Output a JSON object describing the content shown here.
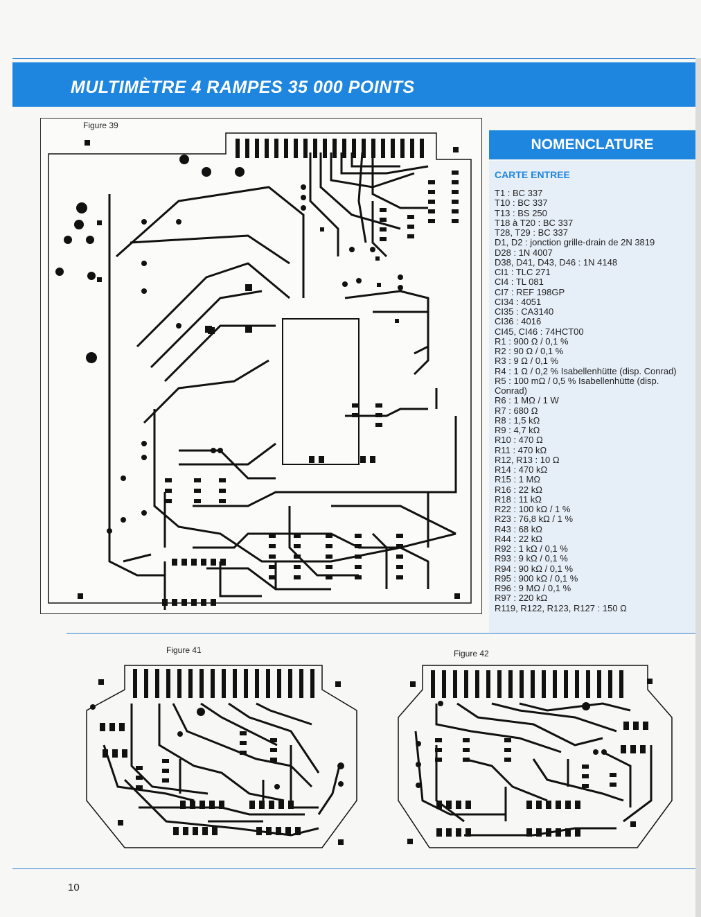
{
  "header": {
    "title": "MULTIMÈTRE 4 RAMPES 35 000 POINTS"
  },
  "figures": {
    "fig39": "Figure 39",
    "fig41": "Figure 41",
    "fig42": "Figure 42"
  },
  "nomenclature": {
    "heading": "NOMENCLATURE",
    "section": "CARTE ENTREE",
    "items": [
      "T1  : BC 337",
      "T10 : BC 337",
      "T13 : BS 250",
      "T18 à  T20 : BC 337",
      "T28, T29 : BC 337",
      "D1, D2 : jonction grille-drain de 2N 3819",
      "D28 : 1N 4007",
      "D38, D41, D43, D46 : 1N 4148",
      "CI1 : TLC 271",
      "CI4 : TL 081",
      "CI7 : REF 198GP",
      "CI34 : 4051",
      "CI35 : CA3140",
      "CI36 : 4016",
      "CI45, CI46 : 74HCT00",
      "R1 : 900 Ω / 0,1 %",
      "R2 : 90 Ω / 0,1 %",
      "R3 : 9 Ω / 0,1 %",
      "R4 : 1 Ω / 0,2 % Isabellenhütte (disp. Conrad)",
      "R5 : 100 mΩ / 0,5 % Isabellenhütte (disp. Conrad)",
      "R6 : 1 MΩ / 1 W",
      "R7 : 680 Ω",
      "R8 : 1,5 kΩ",
      "R9 : 4,7 kΩ",
      "R10 : 470 Ω",
      "R11 : 470 kΩ",
      "R12, R13 : 10 Ω",
      "R14 : 470 kΩ",
      "R15 : 1 MΩ",
      "R16 : 22 kΩ",
      "R18 : 11 kΩ",
      "R22 : 100 kΩ / 1 %",
      "R23 : 76,8 kΩ / 1 %",
      "R43 : 68 kΩ",
      "R44 : 22 kΩ",
      "R92 : 1 kΩ / 0,1 %",
      "R93 : 9 kΩ / 0,1 %",
      "R94 : 90 kΩ / 0,1 %",
      "R95 : 900 kΩ / 0,1 %",
      "R96 : 9 MΩ / 0,1 %",
      "R97 : 220 kΩ",
      "R119, R122, R123, R127 : 150 Ω"
    ]
  },
  "footer": {
    "page_number": "10"
  }
}
